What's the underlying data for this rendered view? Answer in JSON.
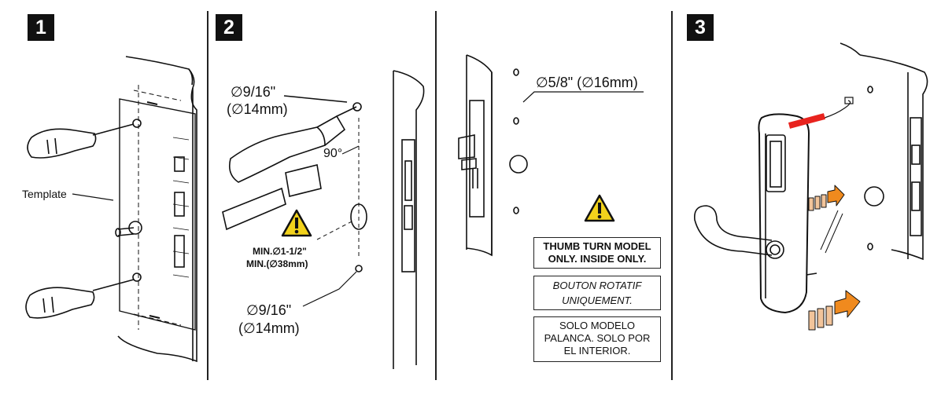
{
  "steps": [
    {
      "number": "1"
    },
    {
      "number": "2"
    },
    {
      "number": ""
    },
    {
      "number": "3"
    }
  ],
  "step1": {
    "template_label": "Template"
  },
  "step2": {
    "top_hole_dia_in": "∅9/16\"",
    "top_hole_dia_mm": "(∅14mm)",
    "angle": "90°",
    "min_dia_in": "MIN.∅1-1/2\"",
    "min_dia_mm": "MIN.(∅38mm)",
    "bottom_hole_dia_in": "∅9/16\"",
    "bottom_hole_dia_mm": "(∅14mm)"
  },
  "step_thumb": {
    "hole_dia": "∅5/8\" (∅16mm)",
    "note_en_line1": "THUMB TURN MODEL",
    "note_en_line2": "ONLY. INSIDE ONLY.",
    "note_fr_line1": "BOUTON ROTATIF",
    "note_fr_line2": "UNIQUEMENT.",
    "note_es_line1": "SOLO MODELO",
    "note_es_line2": "PALANCA. SOLO POR",
    "note_es_line3": "EL INTERIOR."
  },
  "colors": {
    "ink": "#111111",
    "warning_yellow": "#f2d21c",
    "cable_red": "#e8231e",
    "arrow_orange": "#f08a1e",
    "peach": "#f2c49a"
  },
  "icons": [
    "screwdriver-icon",
    "drill-icon",
    "warning-icon",
    "lever-handle-icon",
    "insert-arrow-icon"
  ]
}
